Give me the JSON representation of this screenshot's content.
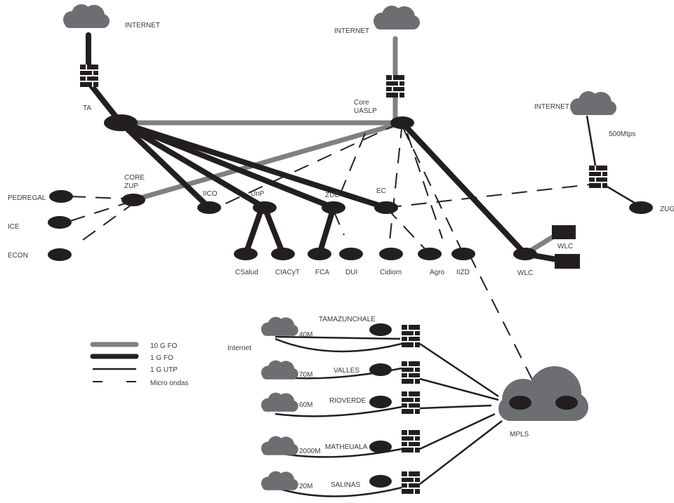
{
  "colors": {
    "link_10g": "#808080",
    "link_1g_fo": "#231f20",
    "link_utp": "#231f20",
    "cloud": "#6d6e71",
    "node": "#231f20"
  },
  "icons": {
    "cloud": "cloud-icon",
    "firewall": "firewall-icon",
    "node": "router-node-icon"
  },
  "labels": {
    "internet_ta": "INTERNET",
    "internet_core": "INTERNET",
    "internet_zug": "INTERNET",
    "ta": "TA",
    "core": [
      "Core",
      "UASLP"
    ],
    "zup": [
      "CORE",
      "ZUP"
    ],
    "pedregal": "PEDREGAL",
    "ice": "ICE",
    "econ": "ECON",
    "iico": "IICO",
    "unp": "UnP",
    "zuc": "ZUC",
    "ec": "EC",
    "csalud": "CSalud",
    "ciacyt": "CIACyT",
    "fca": "FCA",
    "dui": "DUI",
    "cidiom": "Cidiom",
    "agro": "Agro",
    "iizd": "IIZD",
    "wlc_top": "WLC",
    "wlc_bottom": "WLC",
    "mbps500": "500Mtps",
    "zug": "ZUG",
    "internet_remote": "Internet",
    "mpls": "MPLS"
  },
  "legend": [
    {
      "key": "10g",
      "label": "10 G FO"
    },
    {
      "key": "1g_fo",
      "label": "1 G FO"
    },
    {
      "key": "utp",
      "label": "1 G UTP"
    },
    {
      "key": "mw",
      "label": "Micro ondas"
    }
  ],
  "remote_sites": [
    {
      "name": "TAMAZUNCHALE",
      "bandwidth": "40M"
    },
    {
      "name": "VALLES",
      "bandwidth": "70M"
    },
    {
      "name": "RIOVERDE",
      "bandwidth": "60M"
    },
    {
      "name": "MATHEUALA",
      "bandwidth": "2000M"
    },
    {
      "name": "SALINAS",
      "bandwidth": "20M"
    }
  ]
}
